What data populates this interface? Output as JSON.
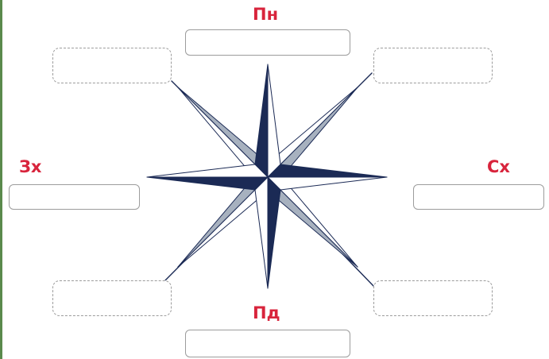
{
  "labels": {
    "north": "Пн",
    "south": "Пд",
    "west": "Зх",
    "east": "Сх"
  },
  "colors": {
    "label": "#d8243c",
    "star_dark": "#1b2a55",
    "star_light": "#ffffff",
    "intercardinal_shade": "#a7b1bf",
    "box_border": "#9c9c9c",
    "frame_border": "#5a8a4c"
  },
  "icons": [
    "compass-rose-icon"
  ],
  "answer_boxes": {
    "cardinal": [
      "north",
      "south",
      "west",
      "east"
    ],
    "intercardinal": [
      "north-west",
      "north-east",
      "south-west",
      "south-east"
    ],
    "cardinal_style": "solid",
    "intercardinal_style": "dashed"
  }
}
